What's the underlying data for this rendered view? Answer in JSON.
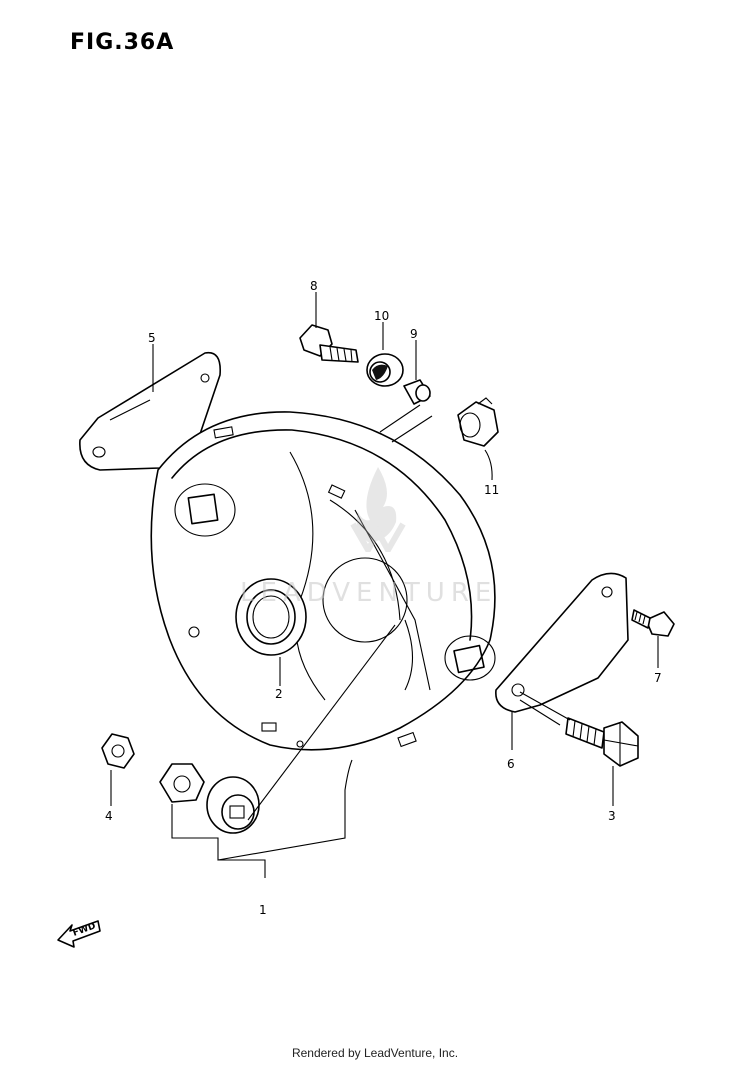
{
  "figure": {
    "title": "FIG.36A"
  },
  "callouts": {
    "c1": "1",
    "c2": "2",
    "c3": "3",
    "c4": "4",
    "c5": "5",
    "c6": "6",
    "c7": "7",
    "c8": "8",
    "c9": "9",
    "c10": "10",
    "c11": "11"
  },
  "direction_marker": {
    "label": "FWD",
    "icon": "forward-arrow-icon"
  },
  "watermark": {
    "text": "LEADVENTURE"
  },
  "footer": {
    "text": "Rendered by LeadVenture, Inc."
  }
}
